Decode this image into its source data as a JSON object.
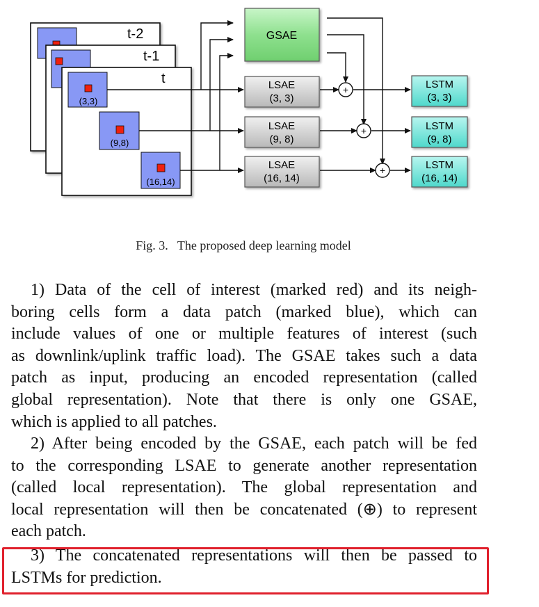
{
  "figure": {
    "frames": [
      {
        "label": "t-2"
      },
      {
        "label": "t-1"
      },
      {
        "label": "t"
      }
    ],
    "patches": [
      {
        "label": "(3,3)"
      },
      {
        "label": "(9,8)"
      },
      {
        "label": "(16,14)"
      }
    ],
    "gsae": {
      "label": "GSAE"
    },
    "lsae": [
      {
        "name": "LSAE",
        "coords": "(3, 3)"
      },
      {
        "name": "LSAE",
        "coords": "(9, 8)"
      },
      {
        "name": "LSAE",
        "coords": "(16, 14)"
      }
    ],
    "lstm": [
      {
        "name": "LSTM",
        "coords": "(3, 3)"
      },
      {
        "name": "LSTM",
        "coords": "(9, 8)"
      },
      {
        "name": "LSTM",
        "coords": "(16, 14)"
      }
    ],
    "concat_symbol": "+"
  },
  "caption": "Fig. 3.  The proposed deep learning model",
  "paragraphs": [
    {
      "lines": [
        "1) Data of the cell of interest (marked red) and its neigh-",
        "boring cells form a data patch (marked blue), which can",
        "include values of one or multiple features of interest (such",
        "as downlink/uplink traffic load). The GSAE takes such a data",
        "patch as input, producing an encoded representation (called",
        "global representation). Note that there is only one GSAE,",
        "which is applied to all patches."
      ]
    },
    {
      "lines": [
        "2) After being encoded by the GSAE, each patch will be fed",
        "to the corresponding LSAE to generate another representation",
        "(called local representation). The global representation and",
        "local representation will then be concatenated (⊕) to represent",
        "each patch."
      ]
    },
    {
      "lines": [
        "3) The concatenated representations will then be passed to",
        "LSTMs for prediction."
      ]
    }
  ],
  "colors": {
    "patch_blue": "#8898f5",
    "cell_red": "#f0200e",
    "highlight_red": "#e0202c",
    "gsae_green": "#8ee08e",
    "lstm_teal": "#6ee4d8",
    "lsae_gray": "#c8c8c8"
  }
}
